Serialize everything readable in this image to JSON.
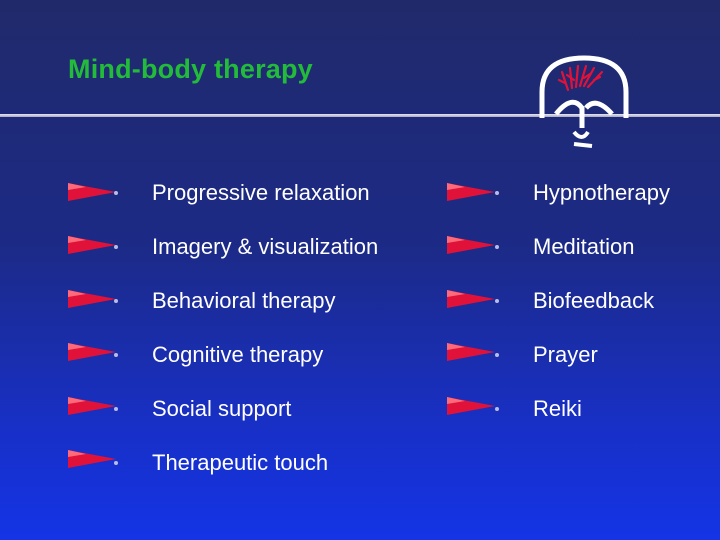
{
  "slide": {
    "title": "Mind-body therapy",
    "title_color": "#22bb3a",
    "marker_color": "#e0123a",
    "left_items": [
      "Progressive relaxation",
      "Imagery & visualization",
      "Behavioral therapy",
      "Cognitive therapy",
      "Social support",
      "Therapeutic touch"
    ],
    "right_items": [
      "Hypnotherapy",
      "Meditation",
      "Biofeedback",
      "Prayer",
      "Reiki"
    ],
    "icons": {
      "marker": "red-pennant-arrow-icon",
      "logo": "arch-caduceus-logo-icon",
      "bullet": "bullet-dot-icon"
    }
  }
}
